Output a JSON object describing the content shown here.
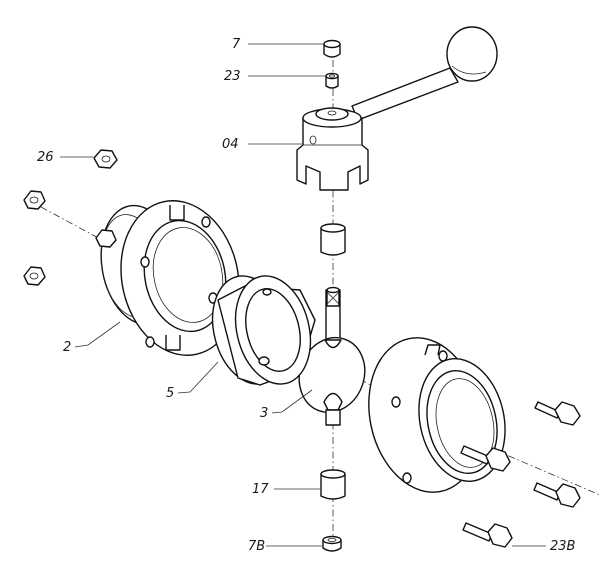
{
  "labels": {
    "p7": "7",
    "p23": "23",
    "p04": "04",
    "p26": "26",
    "p2": "2",
    "p5": "5",
    "p3": "3",
    "p17": "17",
    "p7b": "7B",
    "p23b": "23B"
  }
}
